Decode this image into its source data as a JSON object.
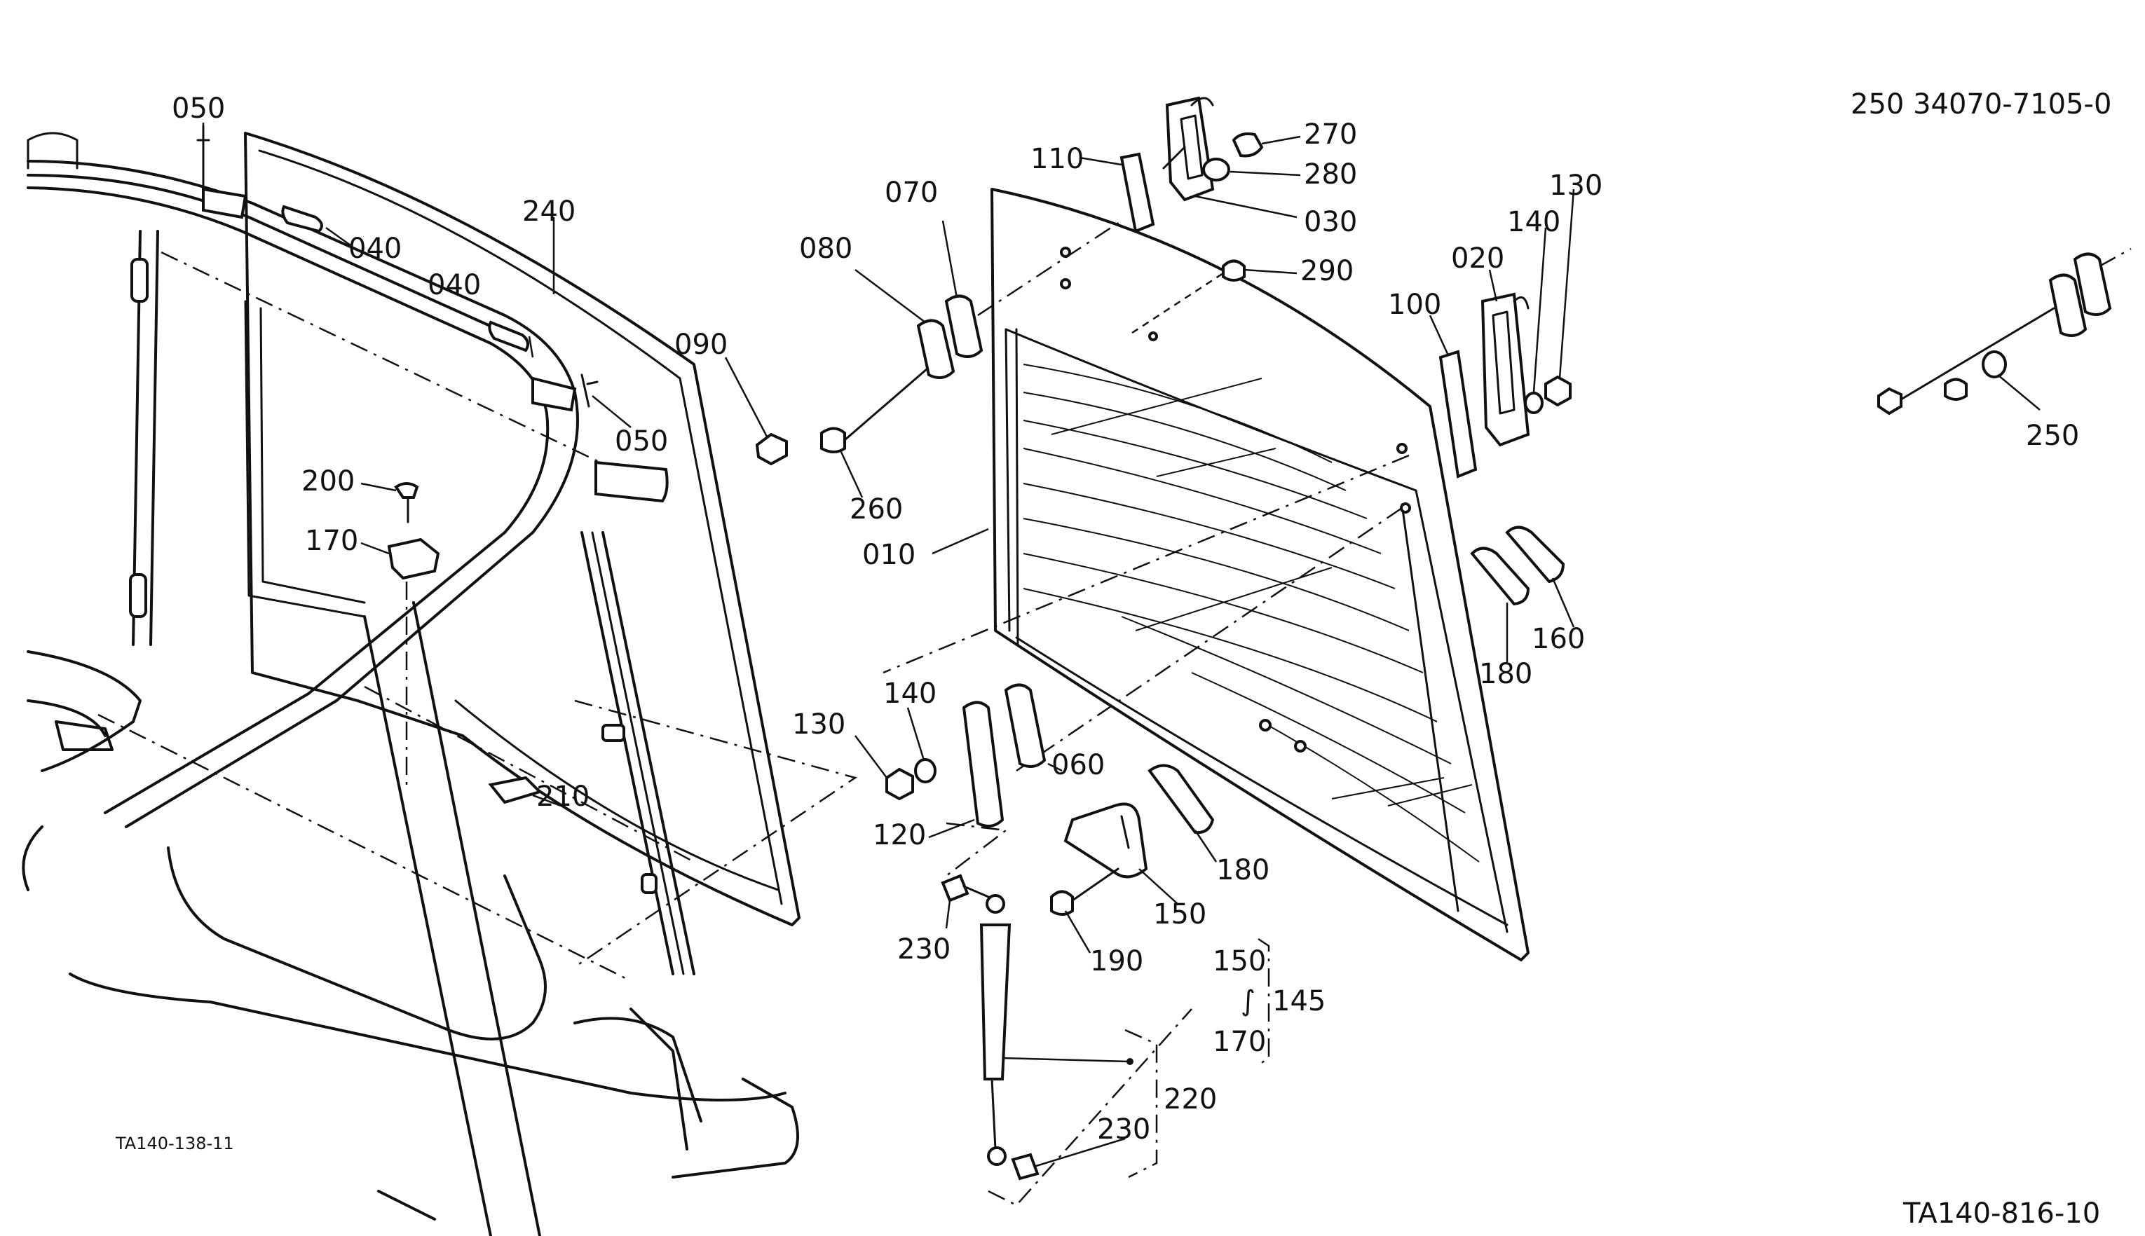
{
  "diagram": {
    "assembly_code": "250 34070-7105-0",
    "ref_top": "TA140-138-11",
    "ref_bottom": "TA140-816-10",
    "labels": {
      "p050a": "050",
      "p040a": "040",
      "p240": "240",
      "p040b": "040",
      "p050b": "050",
      "p090": "090",
      "p080": "080",
      "p070": "070",
      "p110": "110",
      "p270": "270",
      "p280": "280",
      "p030": "030",
      "p290": "290",
      "p130a": "130",
      "p140a": "140",
      "p020": "020",
      "p100": "100",
      "p250": "250",
      "p200": "200",
      "p170": "170",
      "p260": "260",
      "p010": "010",
      "p160": "160",
      "p180a": "180",
      "p140b": "140",
      "p130b": "130",
      "p060": "060",
      "p120": "120",
      "p210": "210",
      "p180b": "180",
      "p150": "150",
      "p230a": "230",
      "p190": "190",
      "p150k": "150",
      "p145": "145",
      "p170k": "170",
      "p220": "220",
      "p230b": "230"
    }
  }
}
